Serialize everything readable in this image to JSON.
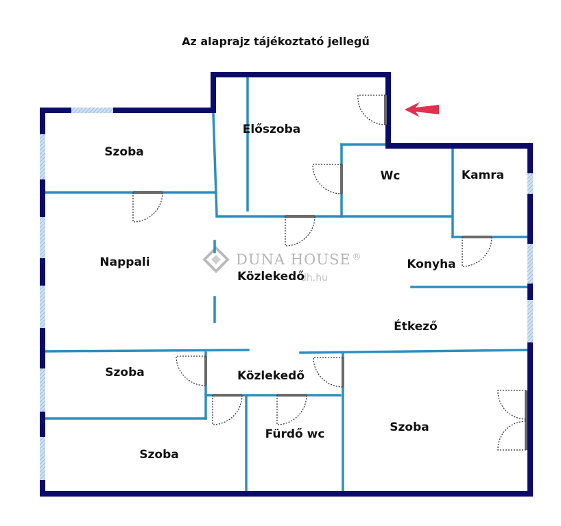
{
  "title": "Az alaprajz tájékoztató jellegű",
  "rooms": {
    "eloszoba": "Előszoba",
    "szoba_top_left": "Szoba",
    "wc": "Wc",
    "kamra": "Kamra",
    "nappali": "Nappali",
    "kozlekedo_main": "Közlekedő",
    "konyha": "Konyha",
    "etkezo": "Étkező",
    "szoba_mid_left": "Szoba",
    "kozlekedo_small": "Közlekedő",
    "szoba_bottom_left": "Szoba",
    "furdo_wc": "Fürdő wc",
    "szoba_right": "Szoba"
  },
  "watermark": {
    "brand": "DUNA HOUSE",
    "registered": "®",
    "domain": "dh.hu"
  },
  "colors": {
    "outer_wall": "#0b0b6b",
    "inner_wall": "#2b8fbf",
    "window": "#a8c8e8",
    "door_leaf": "#6a6a6a",
    "door_swing": "#333333",
    "entrance_arrow": "#e0304e"
  },
  "icons": {
    "entrance": "entrance-arrow-icon",
    "watermark_logo": "duna-house-logo-icon"
  }
}
